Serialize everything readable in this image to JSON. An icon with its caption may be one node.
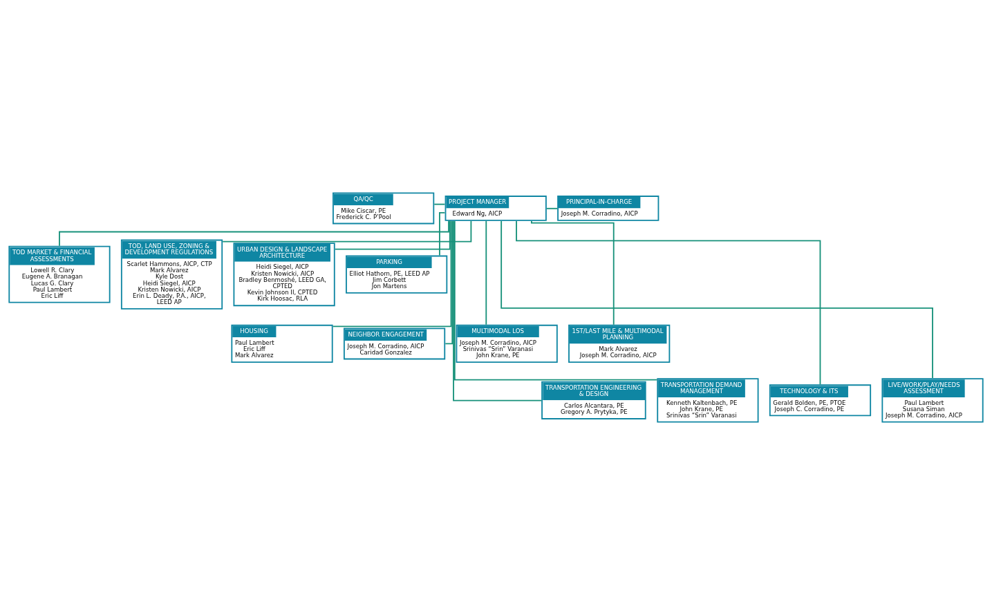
{
  "diagram": {
    "nodes": [
      {
        "text": [
          "QA/QC",
          "Mike Ciscar, PE",
          "Frederick C. P’Pool"
        ]
      },
      {
        "text": [
          "PROJECT MANAGER",
          "Edward Ng, AICP"
        ]
      },
      {
        "text": [
          "PRINCIPAL-IN-CHARGE",
          "Joseph M. Corradino, AICP"
        ]
      },
      {
        "text": [
          "TOD MARKET & FINANCIAL ASSESSMENTS",
          "Lowell R. Clary",
          "Eugene A. Branagan",
          "Lucas G. Clary",
          "Paul Lambert",
          "Eric Liff"
        ]
      },
      {
        "text": [
          "TOD, LAND USE, ZONING & DEVELOPMENT REGULATIONS",
          "Scarlet Hammons, AICP, CTP",
          "Mark Alvarez",
          "Kyle Dost",
          "Heidi Siegel, AICP",
          "Kristen Nowicki, AICP",
          "Erin L. Deady, P.A., AICP, LEED AP"
        ]
      },
      {
        "text": [
          "URBAN DESIGN & LANDSCAPE ARCHITECTURE",
          "Heidi Siegel, AICP",
          "Kristen Nowicki, AICP",
          "Bradley Benmoshé, LEED GA, CPTED",
          "Kevin Johnson II, CPTED",
          "Kirk Hoosac, RLA"
        ]
      },
      {
        "text": [
          "PARKING",
          "Elliot Hathorn, PE, LEED AP",
          "Jim Corbett",
          "Jon Martens"
        ]
      },
      {
        "text": [
          "HOUSING",
          "Paul Lambert",
          "Eric Liff",
          "Mark Alvarez"
        ]
      },
      {
        "text": [
          "NEIGHBOR ENGAGEMENT",
          "Joseph M. Corradino, AICP",
          "Caridad Gonzalez"
        ]
      },
      {
        "text": [
          "MULTIMODAL LOS",
          "Joseph M. Corradino, AICP",
          "Srinivas “Srin” Varanasi",
          "John Krane, PE"
        ]
      },
      {
        "text": [
          "1ST/LAST MILE & MULTIMODAL PLANNING",
          "Mark Alvarez",
          "Joseph M. Corradino, AICP"
        ]
      },
      {
        "text": [
          "TRANSPORTATION ENGINEERING & DESIGN",
          "Carlos Alcantara, PE",
          "Gregory A. Prytyka, PE"
        ]
      },
      {
        "text": [
          "TRANSPORTATION DEMAND MANAGEMENT",
          "Kenneth Kaltenbach, PE",
          "John Krane, PE",
          "Srinivas “Srin” Varanasi"
        ]
      },
      {
        "text": [
          "TECHNOLOGY & ITS",
          "Gerald Bolden, PE, PTOE",
          "Joseph C. Corradino, PE"
        ]
      },
      {
        "text": [
          "LIVE/WORK/PLAY/NEEDS ASSESSMENT",
          "Paul Lambert",
          "Susana Siman",
          "Joseph M. Corradino, AICP"
        ]
      }
    ],
    "edges": [
      {
        "from": 0,
        "to": 1,
        "arrow": "none"
      },
      {
        "from": 1,
        "to": 2,
        "arrow": "none"
      },
      {
        "from": 1,
        "to": 3,
        "arrow": "none"
      },
      {
        "from": 1,
        "to": 4,
        "arrow": "none"
      },
      {
        "from": 1,
        "to": 5,
        "arrow": "none"
      },
      {
        "from": 1,
        "to": 6,
        "arrow": "none"
      },
      {
        "from": 1,
        "to": 7,
        "arrow": "none"
      },
      {
        "from": 1,
        "to": 8,
        "arrow": "none"
      },
      {
        "from": 1,
        "to": 9,
        "arrow": "none"
      },
      {
        "from": 1,
        "to": 10,
        "arrow": "none"
      },
      {
        "from": 1,
        "to": 11,
        "arrow": "none"
      },
      {
        "from": 1,
        "to": 12,
        "arrow": "none"
      },
      {
        "from": 1,
        "to": 13,
        "arrow": "none"
      },
      {
        "from": 1,
        "to": 14,
        "arrow": "none"
      }
    ]
  }
}
